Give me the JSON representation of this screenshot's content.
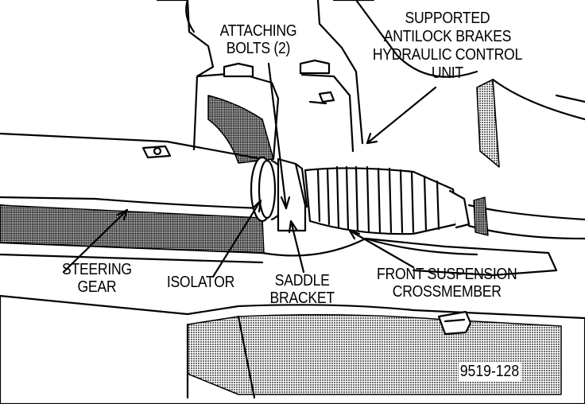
{
  "labels": {
    "attaching_bolts": [
      "ATTACHING",
      "BOLTS (2)"
    ],
    "supported_unit": [
      "SUPPORTED",
      "ANTILOCK BRAKES",
      "HYDRAULIC CONTROL",
      "UNIT"
    ],
    "steering_gear": [
      "STEERING",
      "GEAR"
    ],
    "isolator": [
      "ISOLATOR"
    ],
    "saddle_bracket": [
      "SADDLE",
      "BRACKET"
    ],
    "front_crossmember": [
      "FRONT SUSPENSION",
      "CROSSMEMBER"
    ]
  },
  "figure_number": "9519-128",
  "colors": {
    "line": "#000000",
    "background": "#ffffff",
    "hatch": "#000000"
  }
}
